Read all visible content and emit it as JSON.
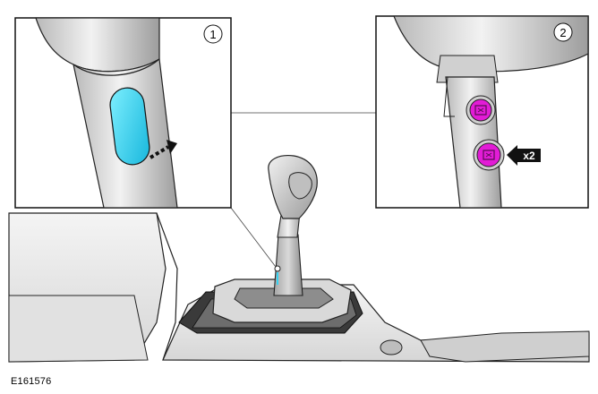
{
  "figure_id": "E161576",
  "callouts": [
    {
      "number": "1"
    },
    {
      "number": "2"
    }
  ],
  "quantity_label": "x2",
  "colors": {
    "release_tab": "#35d3f2",
    "fasteners": "#e21cd6",
    "line_art": "#1a1a1a",
    "surface_light": "#e8e8e8",
    "surface_mid": "#c9c9c9",
    "surface_dark": "#8e8e8e"
  }
}
